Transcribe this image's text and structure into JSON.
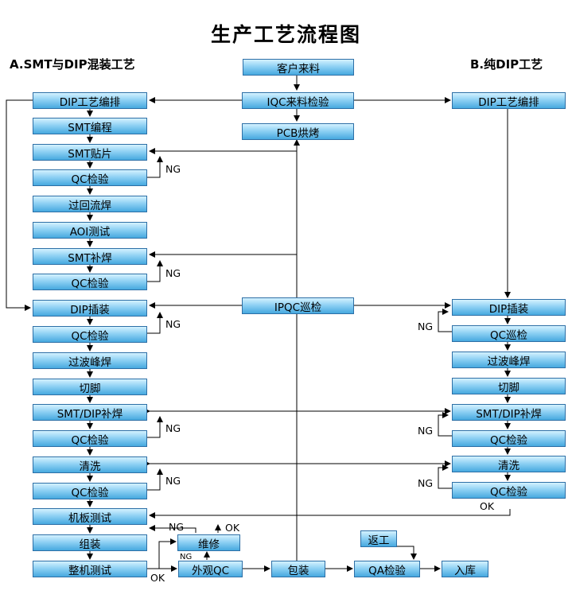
{
  "title": "生产工艺流程图",
  "heading_a": "A.SMT与DIP混装工艺",
  "heading_b": "B.纯DIP工艺",
  "center": {
    "customer_material": "客户来料",
    "iqc": "IQC来料检验",
    "pcb_bake": "PCB烘烤",
    "ipqc": "IPQC巡检"
  },
  "flow_a": {
    "dip_plan": "DIP工艺编排",
    "smt_program": "SMT编程",
    "smt_place": "SMT贴片",
    "qc1": "QC检验",
    "reflow": "过回流焊",
    "aoi": "AOI测试",
    "smt_repair": "SMT补焊",
    "qc2": "QC检验",
    "dip_insert": "DIP插装",
    "qc3": "QC检验",
    "wave": "过波峰焊",
    "cut": "切脚",
    "smt_dip_repair": "SMT/DIP补焊",
    "qc4": "QC检验",
    "clean": "清洗",
    "qc5": "QC检验",
    "board_test": "机板测试",
    "assembly": "组装",
    "full_test": "整机测试"
  },
  "flow_b": {
    "dip_plan": "DIP工艺编排",
    "dip_insert": "DIP插装",
    "qc_patrol": "QC巡检",
    "wave": "过波峰焊",
    "cut": "切脚",
    "smt_dip_repair": "SMT/DIP补焊",
    "qc1": "QC检验",
    "clean": "清洗",
    "qc2": "QC检验"
  },
  "bottom": {
    "repair": "维修",
    "visual_qc": "外观QC",
    "pack": "包装",
    "rework": "返工",
    "qa": "QA检验",
    "storage": "入库"
  },
  "labels": {
    "ng": "NG",
    "ok": "OK"
  }
}
